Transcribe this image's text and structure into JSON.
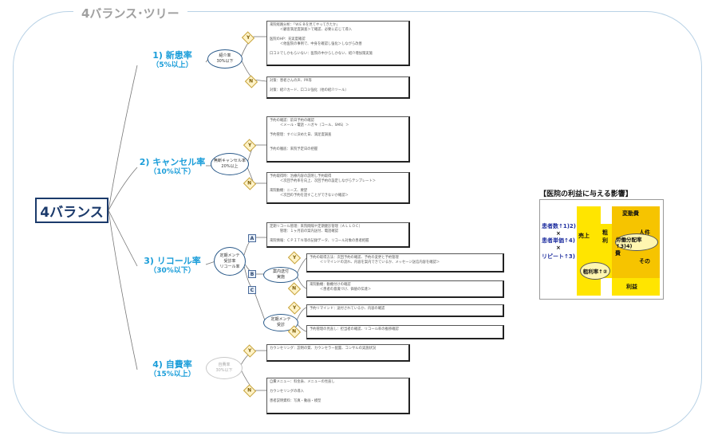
{
  "title": "4バランス･ツリー",
  "root": "4バランス",
  "categories": [
    {
      "label": "1) 新患率",
      "sub": "（5%以上）",
      "oval": "紹介率\n30%以下",
      "yes_mark": "Y",
      "no_mark": "N",
      "yes_note": [
        "来院経路分析：「ＷＥＢを見てやってきたか」",
        "　　　＜顧客満足度調査＞で確認、必要に応じて導入",
        "医院のHP：充実度確認",
        "　　　＜他医院の事例で、中身を確認し強化＞しながら改善",
        "口コミでしかもらいない：医院の中からしかない、紹介増加策実施"
      ],
      "no_note": [
        "対策：患者さんの声、PR等",
        "対策：紹介カード、口コミ強化（他の紹介ツール）"
      ]
    },
    {
      "label": "2) キャンセル率",
      "sub": "（10%以下）",
      "oval": "無断キャンセル率\n20%以上",
      "yes_mark": "Y",
      "no_mark": "N",
      "yes_note": [
        "予約の確認：前日予約の確認",
        "　　　＜メール・電話・ハガキ（コール、SMS）＞",
        "予約管理：すぐに決めた日、満足度調査",
        "",
        "予約の徹底：来院予定日の把握"
      ],
      "no_note": [
        "予約取得時：治療内容の説明し予約取得",
        "　　　＜次回予約率を向上、次回予約の設定しながらテンプレート＞",
        "来院動機：ニーズ、要望",
        "　　　＜次回の予約を話すことができないか確認＞"
      ]
    },
    {
      "label": "3) リコール率",
      "sub": "（30%以下）",
      "oval": "定期メンテ\n受診率\nリコール率",
      "mark_a": "A",
      "mark_b": "B",
      "mark_c": "C",
      "a_note": [
        "定期リコール管理：来院間隔や定期健診管理（ＡＬＬＯＣ）",
        "　　　管理：１ヶ月前の案内送付、電話確認",
        "来院情報：ＣＰＩＴＮ等の記録データ、リコール対象の患者把握"
      ],
      "ovals": [
        "案内送付\n実施",
        "定期メンテ\n受診"
      ],
      "b_yes_note": [
        "予約の取得方法：次回予約の確認、予約の変更と予約管理",
        "　　　＜リマインドの流れ、内容を案内できているか、メッセージ送信内容を確認＞"
      ],
      "b_no_note": [
        "来院動機：動機付けの確認",
        "　　　＜患者の意識づけ、価値の伝達＞"
      ],
      "c_yes_note": [
        "予約リマインド：送付されているか、内容の確認"
      ],
      "c_no_note": [
        "予約管理の見直し：担当者の確認、リコール率の推移確認"
      ]
    },
    {
      "label": "4) 自費率",
      "sub": "（15%以上）",
      "oval": "自費率\n30%以下",
      "yes_mark": "Y",
      "no_mark": "N",
      "yes_note": [
        "カウンセリング：説明の質、カウンセラー配置、コンサルの実施状況"
      ],
      "no_note": [
        "自費メニュー：料金表、メニューの見直し",
        "",
        "カウンセリングの導入",
        "",
        "患者説明資料：写真・動画・模型"
      ]
    }
  ],
  "figure": {
    "title": "【医院の利益に与える影響】",
    "left_labels": [
      "患者数↑1)2)",
      "×",
      "患者単価↑4)",
      "×",
      "リピート↑3)"
    ],
    "revenue": "売上",
    "gross_profit": "粗利",
    "cost": "費",
    "variable_cost": "変動費",
    "labor": "人件",
    "other": "その",
    "profit": "利益",
    "labor_rate": "労働分配率↑3)4)",
    "gross_margin": "粗利率↑②"
  }
}
